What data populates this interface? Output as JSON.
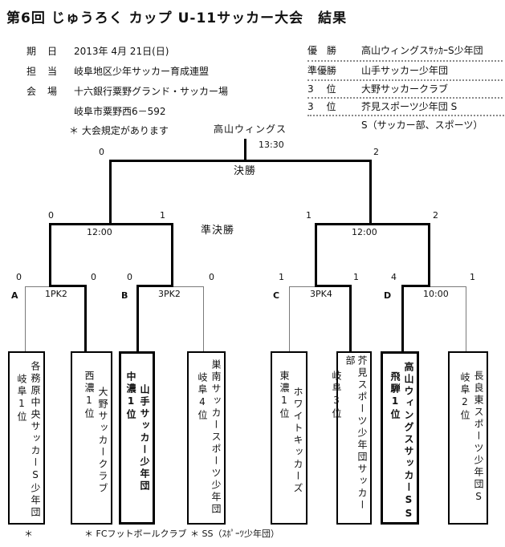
{
  "title": "第6回 じゅうろく カップ U-11サッカー大会　結果",
  "info": {
    "date_label": "期　日",
    "date": "2013年  4月  21日(日)",
    "organizer_label": "担　当",
    "organizer": "岐阜地区少年サッカー育成連盟",
    "venue_label": "会　場",
    "venue": "十六銀行粟野グランド・サッカー場",
    "address": "岐阜市粟野西6－592",
    "note": "＊ 大会規定があります"
  },
  "results": {
    "rows": [
      {
        "rank": "優　勝",
        "team": "高山ウィングスｻｯｶｰS少年団"
      },
      {
        "rank": "準優勝",
        "team": "山手サッカー少年団"
      },
      {
        "rank": "3　 位",
        "team": "大野サッカークラブ"
      },
      {
        "rank": "3　 位",
        "team": "芥見スポーツ少年団 S"
      }
    ],
    "note": "S（サッカー部、スポーツ）"
  },
  "bracket": {
    "champion": "高山ウィングス",
    "final": {
      "label": "決勝",
      "time": "13:30",
      "left_score": "0",
      "right_score": "2"
    },
    "semifinal_label": "準決勝",
    "semifinals": [
      {
        "time": "12:00",
        "left_score": "0",
        "right_score": "1"
      },
      {
        "time": "12:00",
        "left_score": "1",
        "right_score": "2"
      }
    ],
    "quarterfinals": [
      {
        "id": "A",
        "note": "1PK2",
        "left_score": "0",
        "right_score": "0"
      },
      {
        "id": "B",
        "note": "3PK2",
        "left_score": "0",
        "right_score": "0"
      },
      {
        "id": "C",
        "note": "3PK4",
        "left_score": "1",
        "right_score": "1"
      },
      {
        "id": "D",
        "note": "10:00",
        "left_score": "4",
        "right_score": "1"
      }
    ],
    "teams": [
      {
        "name": "各務原中央サッカーS少年団",
        "seed": "岐阜1位"
      },
      {
        "name": "大野サッカークラブ",
        "seed": "西濃1位"
      },
      {
        "name": "山手サッカー少年団",
        "seed": "中濃1位"
      },
      {
        "name": "巣南サッカースポーツ少年団",
        "seed": "岐阜4位"
      },
      {
        "name": "ホワイトキッカーズ",
        "seed": "東濃1位"
      },
      {
        "name": "芥見スポーツ少年団サッカー部",
        "seed": "岐阜3位"
      },
      {
        "name": "高山ウィングスサッカーSS",
        "seed": "飛騨1位"
      },
      {
        "name": "長良東スポーツ少年団S",
        "seed": "岐阜2位"
      }
    ],
    "footnotes": [
      "＊",
      "＊ FCフットボールクラブ",
      "＊ SS（ｽﾎﾟｰﾂ少年団）"
    ]
  }
}
